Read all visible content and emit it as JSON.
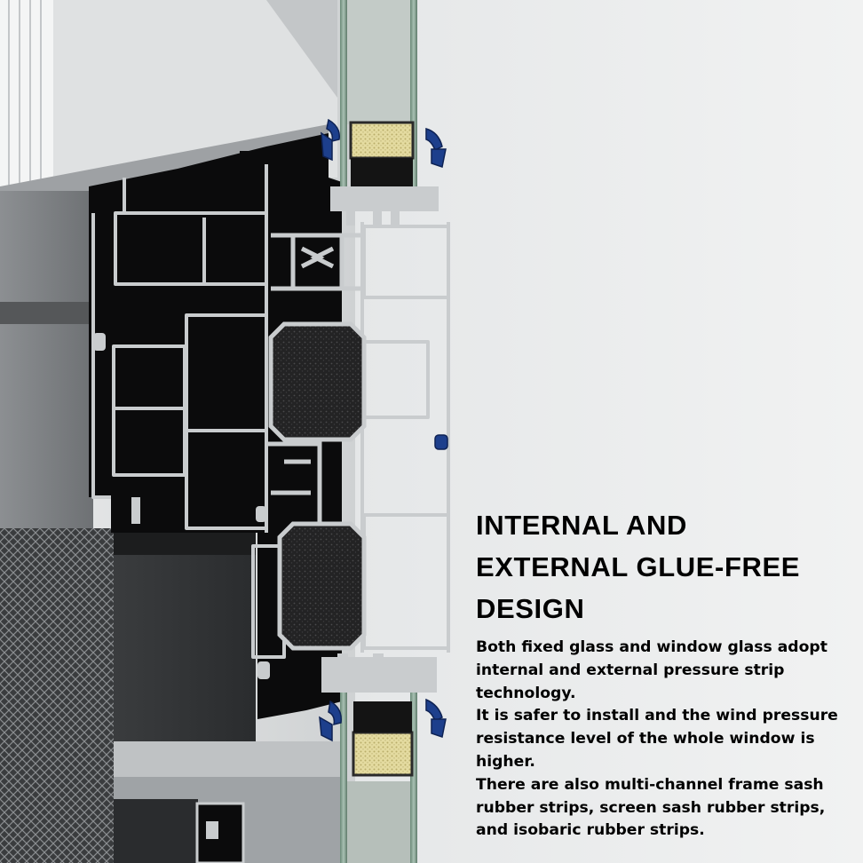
{
  "headline": {
    "lines": [
      "INTERNAL AND",
      "EXTERNAL GLUE-FREE",
      "DESIGN"
    ]
  },
  "body": {
    "lines": [
      "Both fixed glass and window glass adopt",
      "internal and external pressure strip",
      "technology.",
      "It is safer to install and the wind pressure",
      "resistance level of the whole window is",
      "higher.",
      "There are also multi-channel frame sash",
      "rubber strips, screen sash rubber strips,",
      "and isobaric rubber strips."
    ]
  },
  "illustration": {
    "subject": "aluminum-window-profile-cross-section",
    "colors": {
      "profile_black": "#0b0b0c",
      "aluminum_edge": "#c9ccce",
      "insulation_foam": "#2a2a2b",
      "gasket_blue": "#1d3f8c",
      "glass_green": "#5e7a6a",
      "spacer_yellow": "#d9cf92",
      "frame_grey": "#808386",
      "mesh_dark": "#2c2e30"
    }
  }
}
